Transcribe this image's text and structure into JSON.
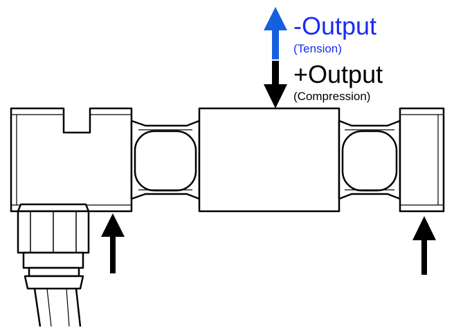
{
  "labels": {
    "negative_output": "-Output",
    "negative_condition": "(Tension)",
    "positive_output": "+Output",
    "positive_condition": "(Compression)"
  },
  "colors": {
    "tension": "#1a2cf0",
    "tension_arrow": "#1560e0",
    "compression": "#000000",
    "outline": "#000000",
    "body_fill": "#ffffff"
  },
  "icons": {
    "tension_arrow": "arrow-up-icon",
    "compression_arrow": "arrow-down-icon",
    "support_arrows": "arrow-up-icon"
  }
}
